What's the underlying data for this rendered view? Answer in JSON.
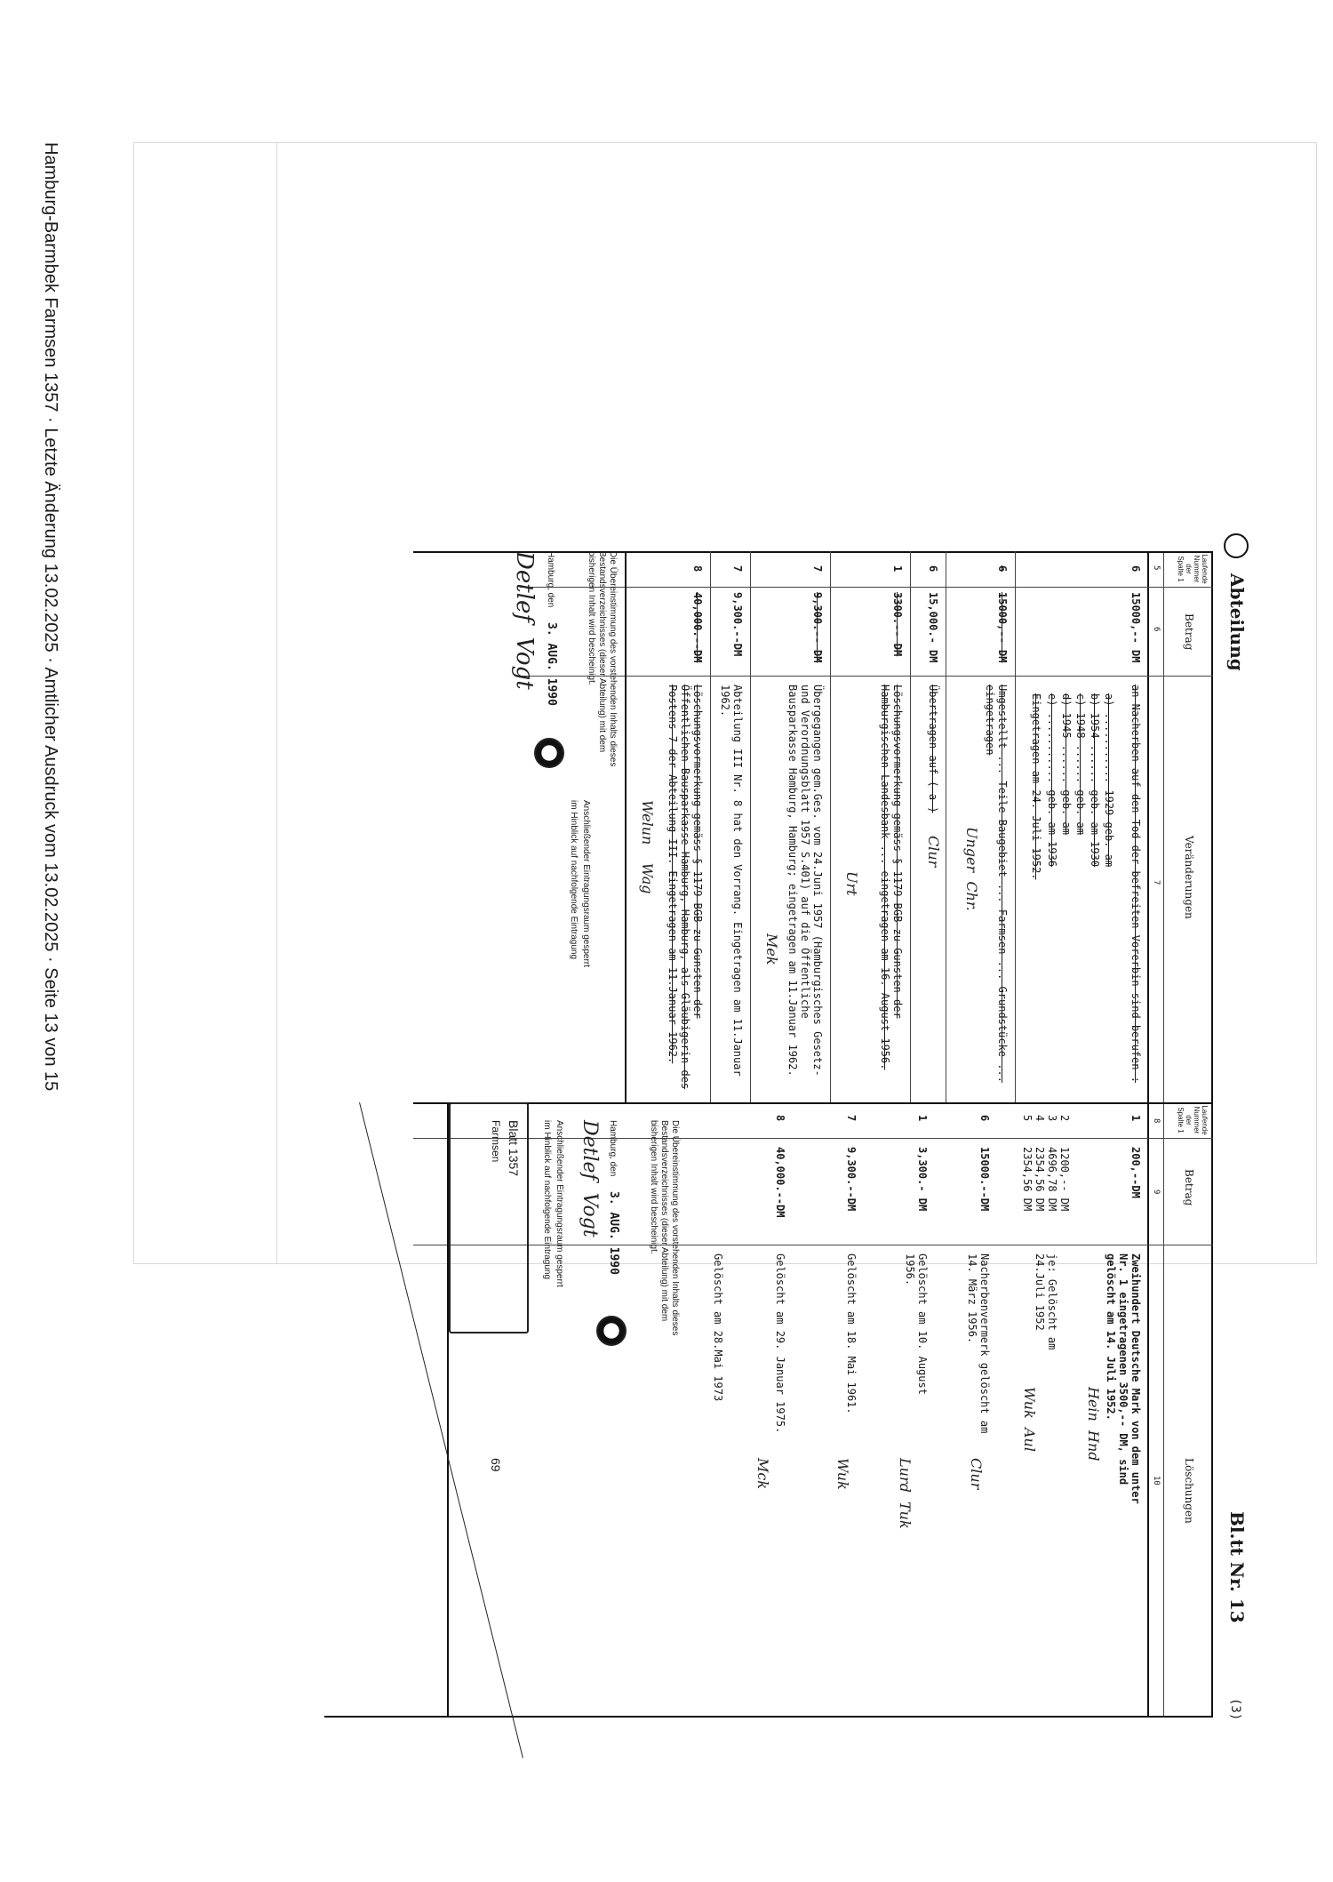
{
  "footer": {
    "text": "Hamburg-Barmbek Farmsen 1357 · Letzte Änderung 13.02.2025 · Amtlicher Ausdruck vom 13.02.2025 · Seite 13 von 15"
  },
  "header": {
    "abteilung": "Abteilung",
    "blatt_nr": "Bl.tt Nr. 13",
    "page_corner": "(3)"
  },
  "left_columns": {
    "lfd_nr": "Laufende Nummer der Spalte 1",
    "col_5": "5",
    "betrag_label": "Betrag",
    "col_6": "6",
    "veraenderungen_label": "Veränderungen",
    "col_7": "7"
  },
  "right_columns": {
    "lfd_nr": "Laufende Nummer der Spalte 1",
    "col_8": "8",
    "betrag_label": "Betrag",
    "col_9": "9",
    "loeschungen_label": "Löschungen",
    "col_10": "10"
  },
  "left_entries": [
    {
      "nr": "6",
      "betrag": "15000,-- DM",
      "text": "an Nacherben auf den Tod der befreiten Vorerbin sind berufen :"
    },
    {
      "nr": "",
      "betrag": "",
      "text": "a) ........... 1929 geb. am"
    },
    {
      "nr": "",
      "betrag": "",
      "text": "b) 1954 ...... geb. am 1930"
    },
    {
      "nr": "",
      "betrag": "",
      "text": "c) 1948 ...... geb. am"
    },
    {
      "nr": "",
      "betrag": "",
      "text": "d) 1945 ...... geb. am"
    },
    {
      "nr": "",
      "betrag": "",
      "text": "e) ........... geb. am 1936"
    },
    {
      "nr": "",
      "betrag": "",
      "text": "Eingetragen am 24. Juli 1952."
    },
    {
      "nr": "6",
      "betrag": "15000,-- DM",
      "text": "Umgestellt ... Teile-Baugebiet ... Farmsen ... Grundstücke ... eingetragen"
    },
    {
      "nr": "6",
      "betrag": "15,000.- DM",
      "text": "Übertragen auf ( a )"
    },
    {
      "nr": "1",
      "betrag": "3300.-- DM",
      "text": "Löschungsvormerkung gemäss § 1179 BGB zu Gunsten der Hamburgischen Landesbank ... eingetragen am 16. August 1956."
    },
    {
      "nr": "7",
      "betrag": "9,300.-- DM",
      "text": "Übergegangen gem.Ges. vom 24.Juni 1957 (Hamburgisches Gesetz- und Verordnungsblatt 1957 S.401) auf die Öffentliche Bausparkasse Hamburg, Hamburg; eingetragen am 11.Januar 1962."
    },
    {
      "nr": "7",
      "betrag": "9,300.--DM",
      "text": "Abteilung III Nr. 8 hat den Vorrang. Eingetragen am 11.Januar 1962."
    },
    {
      "nr": "8",
      "betrag": "40,000.--DM",
      "text": "Löschungsvormerkung gemäss § 1179 BGB zu Gunsten der Öffentlichen Bausparkasse Hamburg, Hamburg, als Gläubigerin des Postens 7 der Abteilung III. Eingetragen am 11.Januar 1962."
    }
  ],
  "left_certification": {
    "text": "Die Übereinstimmung des vorstehenden Inhalts dieses Bestandsverzeichnisses (dieser Abteilung) mit dem bisherigen Inhalt wird bescheinigt.",
    "place_date_label": "Hamburg, den",
    "date": "3. AUG. 1990",
    "note_1": "Anschließender Eintragungsraum gesperrt",
    "note_2": "im Hinblick auf nachfolgende Eintragung"
  },
  "right_entries": [
    {
      "nr": "1",
      "betrag": "200,--DM",
      "text": "Zweihundert Deutsche Mark von dem unter Nr. 1 eingetragenen 3500,-- DM, sind gelöscht am 14. Juli 1952."
    },
    {
      "nr": "2",
      "betrag": "1200,-- DM",
      "text": ""
    },
    {
      "nr": "3",
      "betrag": "4696,78 DM",
      "text": "je: Gelöscht am"
    },
    {
      "nr": "4",
      "betrag": "2354,56 DM",
      "text": "24.Juli 1952"
    },
    {
      "nr": "5",
      "betrag": "2354,56 DM",
      "text": ""
    },
    {
      "nr": "6",
      "betrag": "15000.--DM",
      "text": "Nacherbenvermerk gelöscht am 14. März 1956."
    },
    {
      "nr": "1",
      "betrag": "3,300.- DM",
      "text": "Gelöscht am 10. August 1956."
    },
    {
      "nr": "7",
      "betrag": "9,300.--DM",
      "text": "Gelöscht am 18. Mai 1961."
    },
    {
      "nr": "8",
      "betrag": "40,000.--DM",
      "text": "Gelöscht am 29. Januar 1975."
    }
  ],
  "right_extra": {
    "geloescht_1973": "Gelöscht am 28.Mai 1973"
  },
  "right_certification": {
    "text": "Die Übereinstimmung des vorstehenden Inhalts dieses Bestandsverzeichnisses (dieser Abteilung) mit dem bisherigen Inhalt wird bescheinigt.",
    "place_date_label": "Hamburg, den",
    "date": "3. AUG. 1990",
    "note_1": "Anschließender Eintragungsraum gesperrt",
    "note_2": "im Hinblick auf nachfolgende Eintragung"
  },
  "blatt_box": {
    "blatt": "Blatt 1357",
    "location": "Farmsen",
    "number": "69"
  }
}
